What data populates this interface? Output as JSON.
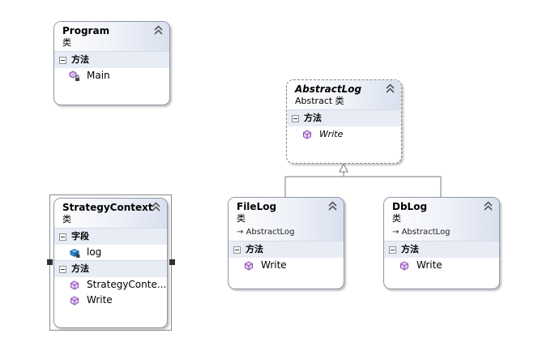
{
  "classes": {
    "program": {
      "name": "Program",
      "kind": "类",
      "method_section": "方法",
      "methods": [
        "Main"
      ]
    },
    "abstractlog": {
      "name": "AbstractLog",
      "kind": "Abstract 类",
      "method_section": "方法",
      "methods": [
        "Write"
      ]
    },
    "strategycontext": {
      "name": "StrategyContext",
      "kind": "类",
      "field_section": "字段",
      "fields": [
        "log"
      ],
      "method_section": "方法",
      "methods": [
        "StrategyConte...",
        "Write"
      ]
    },
    "filelog": {
      "name": "FileLog",
      "kind": "类",
      "base": "AbstractLog",
      "method_section": "方法",
      "methods": [
        "Write"
      ]
    },
    "dblog": {
      "name": "DbLog",
      "kind": "类",
      "base": "AbstractLog",
      "method_section": "方法",
      "methods": [
        "Write"
      ]
    }
  },
  "colors": {
    "border": "#8e96a6",
    "header_gradient_end": "#d9e0ee",
    "section_bg": "#e8ecf4",
    "method_icon": "#8a4bb0",
    "field_icon": "#1f6fb5",
    "inheritance_line": "#7a7a7a"
  },
  "icons": {
    "collapse": "double-chevron-up-icon",
    "method": "purple-cube-method-icon",
    "private_method": "purple-cube-lock-method-icon",
    "field": "blue-field-icon",
    "inherit": "arrow-right-icon",
    "section_toggle": "minus-box-icon"
  }
}
